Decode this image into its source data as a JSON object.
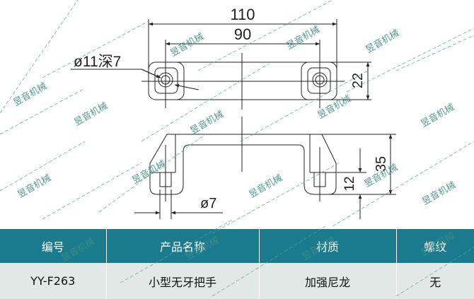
{
  "drawing": {
    "top_view": {
      "dim_overall_length": "110",
      "dim_hole_spacing": "90",
      "dim_width": "22",
      "hole_callout": "ø11深7"
    },
    "side_view": {
      "dim_height": "35",
      "dim_foot_height": "12",
      "dim_hole_dia": "ø7"
    }
  },
  "watermark": {
    "text": "昱音机械",
    "color": "#3f8f86"
  },
  "colors": {
    "header_bg": "#1a7a8e",
    "row_bg": "#e1e8e6",
    "line": "#222222"
  },
  "table": {
    "headers": [
      "编号",
      "产品名称",
      "材质",
      "螺纹"
    ],
    "rows": [
      [
        "YY-F263",
        "小型无牙把手",
        "加强尼龙",
        "无"
      ]
    ]
  }
}
